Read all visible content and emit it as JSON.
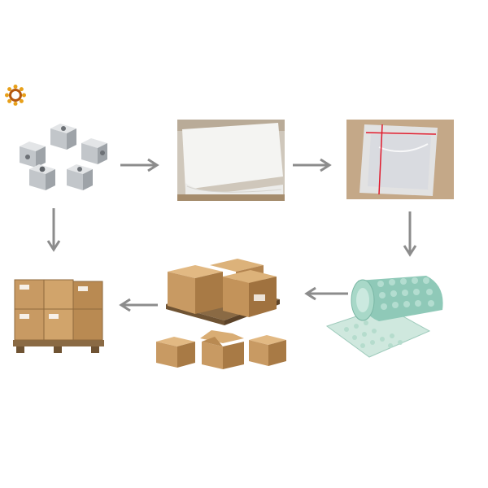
{
  "diagram": {
    "type": "packaging-process-flow",
    "steps": [
      {
        "name": "aluminum-blocks",
        "icon": "metal-block-icon"
      },
      {
        "name": "foam-sheet",
        "icon": "foam-sheet-icon"
      },
      {
        "name": "plastic-bag",
        "icon": "zip-bag-icon"
      },
      {
        "name": "bubble-wrap",
        "icon": "bubble-wrap-roll-icon"
      },
      {
        "name": "carton-boxes",
        "icon": "carton-box-icon"
      },
      {
        "name": "palletized-shipment",
        "icon": "pallet-icon"
      }
    ],
    "colors": {
      "arrow": "#8c8c8c",
      "cardboard": "#c89a63",
      "cardboard_dark": "#a87a45",
      "foam": "#f4f4f2",
      "bubble": "#8fc9b8",
      "logo": "#e8a019"
    }
  }
}
